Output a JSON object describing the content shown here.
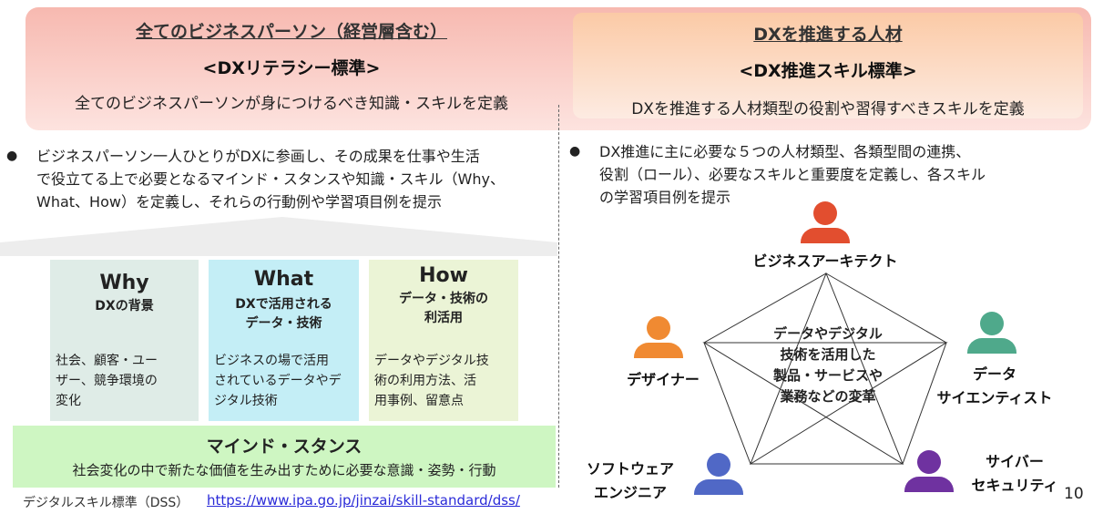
{
  "left": {
    "title": "全てのビジネスパーソン（経営層含む）",
    "standard": "<DXリテラシー標準>",
    "description": "全てのビジネスパーソンが身につけるべき知識・スキルを定義",
    "bullet_lines": [
      "ビジネスパーソン一人ひとりがDXに参画し、その成果を仕事や生活",
      "で役立てる上で必要となるマインド・スタンスや知識・スキル（Why、",
      "What、How）を定義し、それらの行動例や学習項目例を提示"
    ],
    "boxes": [
      {
        "title": "Why",
        "subtitle_lines": [
          "DXの背景"
        ],
        "body_lines": [
          "社会、顧客・ユー",
          "ザー、競争環境の",
          "変化"
        ],
        "color": "#dfece7"
      },
      {
        "title": "What",
        "subtitle_lines": [
          "DXで活用される",
          "データ・技術"
        ],
        "body_lines": [
          "ビジネスの場で活用",
          "されているデータやデ",
          "ジタル技術"
        ],
        "color": "#c4eef6"
      },
      {
        "title": "How",
        "subtitle_lines": [
          "データ・技術の",
          "利活用"
        ],
        "body_lines": [
          "データやデジタル技",
          "術の利用方法、活",
          "用事例、留意点"
        ],
        "color": "#ebf4d6"
      }
    ],
    "mindstance": {
      "title": "マインド・スタンス",
      "description": "社会変化の中で新たな価値を生み出すために必要な意識・姿勢・行動"
    }
  },
  "right": {
    "title": "DXを推進する人材",
    "standard": "<DX推進スキル標準>",
    "description": "DXを推進する人材類型の役割や習得すべきスキルを定義",
    "bullet_lines": [
      "DX推進に主に必要な５つの人材類型、各類型間の連携、",
      "役割（ロール）、必要なスキルと重要度を定義し、各スキル",
      "の学習項目例を提示"
    ],
    "center_lines": [
      "データやデジタル",
      "技術を活用した",
      "製品・サービスや",
      "業務などの変革"
    ],
    "roles": [
      {
        "lines": [
          "ビジネスアーキテクト"
        ],
        "color": "#e24e2f"
      },
      {
        "lines": [
          "デザイナー"
        ],
        "color": "#f08a32"
      },
      {
        "lines": [
          "データ",
          "サイエンティスト"
        ],
        "color": "#4fa98b"
      },
      {
        "lines": [
          "ソフトウェア",
          "エンジニア"
        ],
        "color": "#5068c6"
      },
      {
        "lines": [
          "サイバー",
          "セキュリティ"
        ],
        "color": "#6f32a0"
      }
    ]
  },
  "footer": {
    "label": "デジタルスキル標準（DSS）",
    "url": "https://www.ipa.go.jp/jinzai/skill-standard/dss/"
  },
  "page_number": "10"
}
